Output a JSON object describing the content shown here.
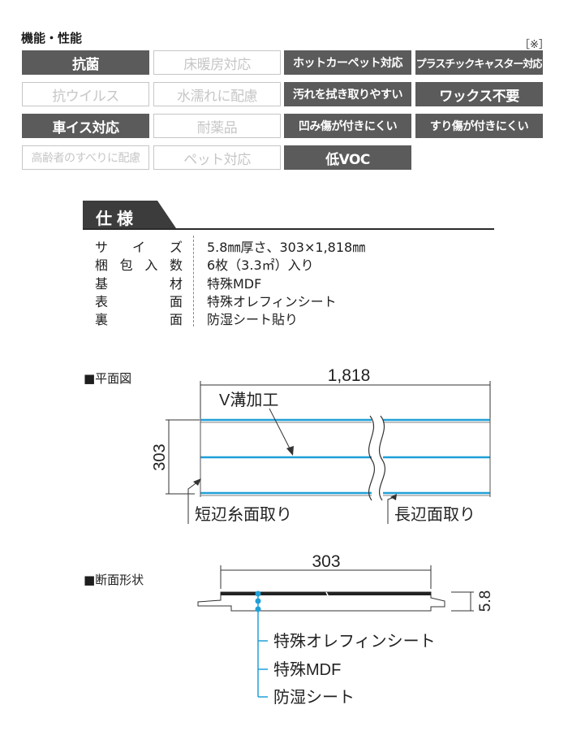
{
  "features": {
    "title": "機能・性能",
    "note": "［※］",
    "badges": [
      {
        "label": "抗菌",
        "active": true
      },
      {
        "label": "床暖房対応",
        "active": false
      },
      {
        "label": "ホットカーペット対応",
        "active": true
      },
      {
        "label": "プラスチックキャスター対応",
        "active": true
      },
      {
        "label": "抗ウイルス",
        "active": false
      },
      {
        "label": "水濡れに配慮",
        "active": false
      },
      {
        "label": "汚れを拭き取りやすい",
        "active": true
      },
      {
        "label": "ワックス不要",
        "active": true
      },
      {
        "label": "車イス対応",
        "active": true
      },
      {
        "label": "耐薬品",
        "active": false
      },
      {
        "label": "凹み傷が付きにくい",
        "active": true
      },
      {
        "label": "すり傷が付きにくい",
        "active": true
      },
      {
        "label": "高齢者のすべりに配慮",
        "active": false
      },
      {
        "label": "ペット対応",
        "active": false
      },
      {
        "label": "低VOC",
        "active": true
      }
    ]
  },
  "spec": {
    "title": "仕様",
    "rows": [
      {
        "label": [
          "サ",
          "イ",
          "ズ"
        ],
        "value": "5.8㎜厚さ、303×1,818㎜"
      },
      {
        "label": [
          "梱",
          "包",
          "入",
          "数"
        ],
        "value": "6枚（3.3㎡）入り"
      },
      {
        "label": [
          "基",
          "材"
        ],
        "value": "特殊MDF"
      },
      {
        "label": [
          "表",
          "面"
        ],
        "value": "特殊オレフィンシート"
      },
      {
        "label": [
          "裏",
          "面"
        ],
        "value": "防湿シート貼り"
      }
    ]
  },
  "plan_view": {
    "title": "■平面図",
    "length_label": "1,818",
    "width_label": "303",
    "groove_label": "V溝加工",
    "short_edge_label": "短辺糸面取り",
    "long_edge_label": "長辺面取り",
    "groove_color": "#1fa0d8"
  },
  "section_view": {
    "title": "■断面形状",
    "width_label": "303",
    "thickness_label": "5.8",
    "layers": [
      "特殊オレフィンシート",
      "特殊MDF",
      "防湿シート"
    ],
    "layer_color": "#1fa0d8"
  }
}
